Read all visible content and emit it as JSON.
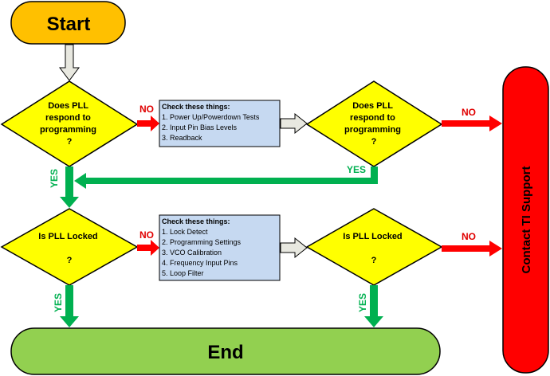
{
  "start_label": "Start",
  "end_label": "End",
  "support_label": "Contact TI Support",
  "decisions": {
    "respond_1": [
      "Does PLL",
      "respond to",
      "programming",
      "?"
    ],
    "respond_2": [
      "Does PLL",
      "respond to",
      "programming",
      "?"
    ],
    "locked_1": [
      "Is PLL Locked",
      "?"
    ],
    "locked_2": [
      "Is PLL Locked",
      "?"
    ]
  },
  "checklists": {
    "programming": {
      "title": "Check these things:",
      "items": [
        "1.  Power Up/Powerdown Tests",
        "2.  Input Pin Bias Levels",
        "3.   Readback"
      ]
    },
    "lock": {
      "title": "Check these things:",
      "items": [
        "1.  Lock Detect",
        "2.  Programming Settings",
        "3. VCO Calibration",
        "4.  Frequency Input Pins",
        "5. Loop Filter"
      ]
    }
  },
  "edge_labels": {
    "no": "NO",
    "yes": "YES"
  },
  "colors": {
    "start_fill": "#ffc000",
    "decision_fill": "#ffff00",
    "end_fill": "#92d050",
    "support_fill": "#ff0000",
    "checklist_fill": "#c6d9f1",
    "no_arrow": "#ff0000",
    "yes_arrow": "#00b050",
    "flow_arrow": "#e8e8e0"
  }
}
